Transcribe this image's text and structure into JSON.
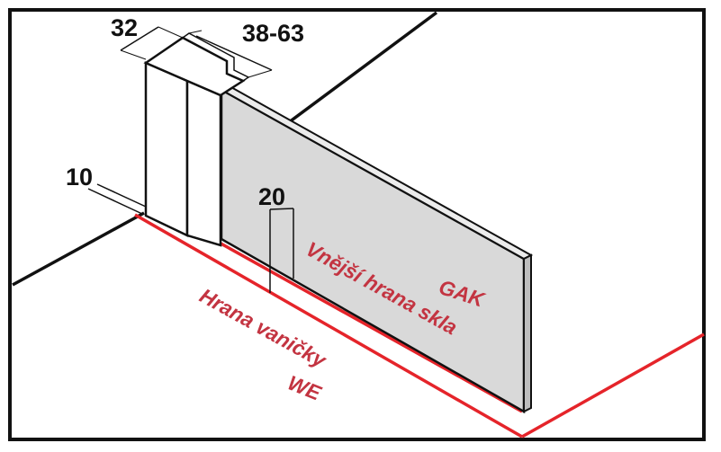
{
  "dimensions": {
    "profile_width": "32",
    "adjustment_range": "38-63",
    "floor_offset": "10",
    "glass_offset": "20"
  },
  "labels": {
    "gak": "GAK",
    "glass_edge": "Vnější hrana skla",
    "tray_edge": "Hrana vaničky",
    "we": "WE"
  },
  "colors": {
    "frame": "#111111",
    "glass": "#d9d9d9",
    "red_line": "#e5242a",
    "label_red": "#c33441"
  }
}
